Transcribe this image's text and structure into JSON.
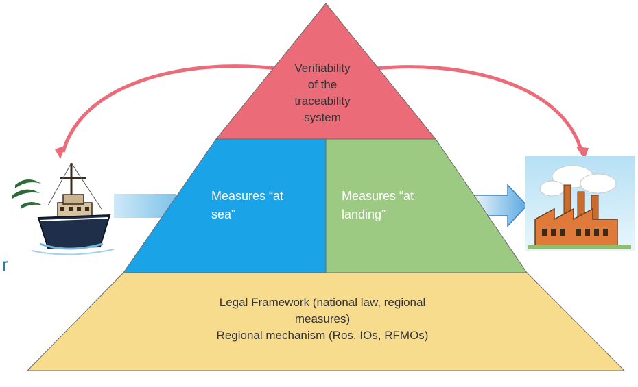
{
  "diagram": {
    "top_tier": {
      "text_lines": [
        "Verifiability",
        "of the",
        "traceability",
        "system"
      ]
    },
    "middle_left": {
      "text_lines": [
        "Measures “at",
        "sea”"
      ]
    },
    "middle_right": {
      "text_lines": [
        "Measures “at",
        "landing”"
      ]
    },
    "base_tier": {
      "text_lines": [
        "Legal Framework (national law, regional",
        "measures)",
        "Regional mechanism (Ros, IOs, RFMOs)"
      ]
    },
    "edge_fragment": "r",
    "icons": [
      "ship-icon",
      "factory-icon"
    ]
  },
  "colors": {
    "top_tier": "#ec6b78",
    "middle_left": "#1aa3e6",
    "middle_right": "#9cca82",
    "base_tier": "#f8dc8e",
    "curved_arrows": "#ec6b78",
    "edge_fragment": "#1a7fb0"
  }
}
